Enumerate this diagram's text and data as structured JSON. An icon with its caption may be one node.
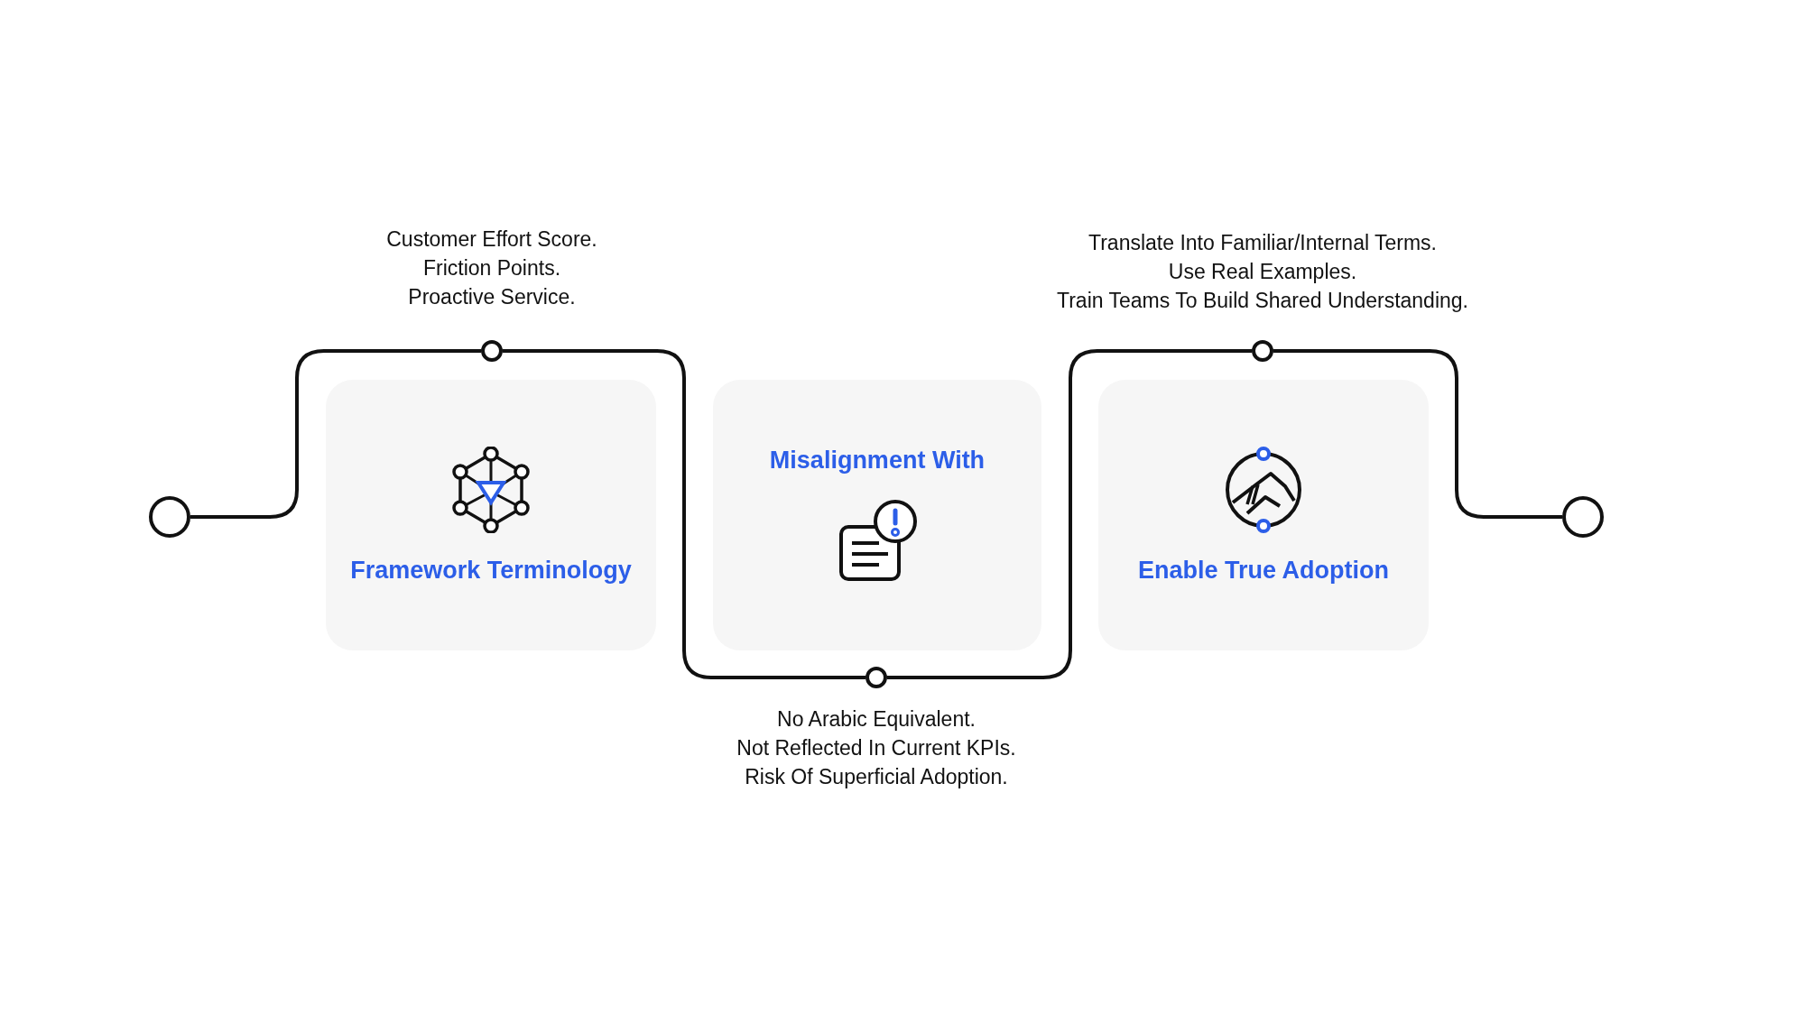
{
  "diagram": {
    "nodes": [
      {
        "text": [],
        "shape": "circle"
      },
      {
        "text": [],
        "shape": "circle",
        "beside": [
          "Customer Effort Score.",
          "Friction Points.",
          "Proactive Service."
        ]
      },
      {
        "text": [
          "Framework Terminology"
        ]
      },
      {
        "text": [
          "Misalignment With"
        ]
      },
      {
        "text": [],
        "shape": "circle",
        "beside": [
          "No Arabic Equivalent.",
          "Not Reflected In Current KPIs.",
          "Risk Of Superficial Adoption."
        ]
      },
      {
        "text": [],
        "shape": "circle",
        "beside": [
          "Translate Into Familiar/Internal Terms.",
          "Use Real Examples.",
          "Train Teams To Build Shared Understanding."
        ]
      },
      {
        "text": [
          "Enable True Adoption"
        ]
      },
      {
        "text": [],
        "shape": "circle"
      }
    ],
    "edges": [
      {
        "from": 0,
        "to": 1,
        "arrow": "none"
      },
      {
        "from": 1,
        "to": 4,
        "arrow": "none"
      },
      {
        "from": 4,
        "to": 5,
        "arrow": "none"
      },
      {
        "from": 5,
        "to": 7,
        "arrow": "none"
      }
    ]
  }
}
